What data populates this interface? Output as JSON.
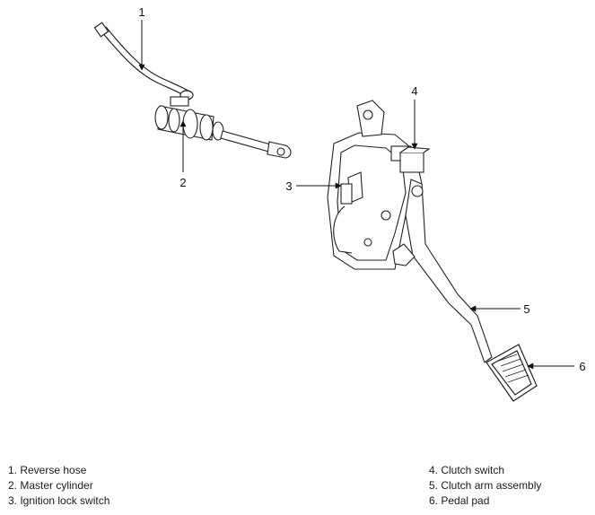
{
  "callouts": [
    "1",
    "2",
    "3",
    "4",
    "5",
    "6"
  ],
  "legend": {
    "left": [
      "1. Reverse hose",
      "2. Master cylinder",
      "3. Ignition lock switch"
    ],
    "right": [
      "4. Clutch switch",
      "5. Clutch arm assembly",
      "6. Pedal pad"
    ]
  }
}
